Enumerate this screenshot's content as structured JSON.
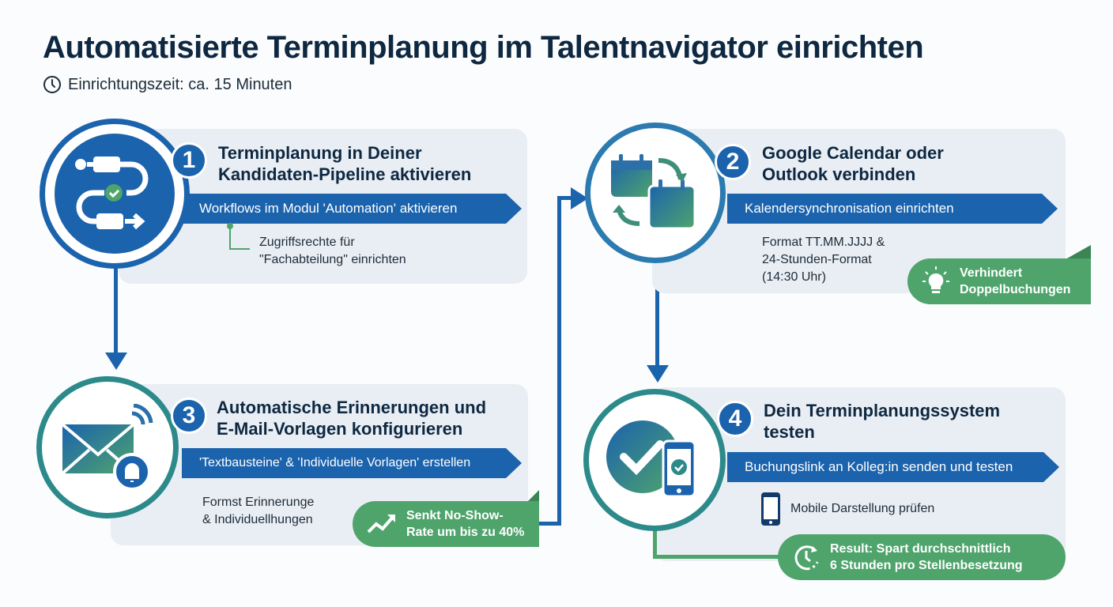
{
  "header": {
    "title": "Automatisierte Terminplanung im Talentnavigator einrichten",
    "setup_time": "Einrichtungszeit: ca. 15 Minuten",
    "setup_icon": "clock-icon"
  },
  "steps": [
    {
      "number": "1",
      "title_line1": "Terminplanung in Deiner",
      "title_line2": "Kandidaten-Pipeline aktivieren",
      "action": "Workflows im Modul 'Automation' aktivieren",
      "note_line1": "Zugriffsrechte für",
      "note_line2": "\"Fachabteilung\" einrichten",
      "icon": "workflow-icon"
    },
    {
      "number": "2",
      "title_line1": "Google Calendar oder",
      "title_line2": "Outlook verbinden",
      "action": "Kalendersynchronisation einrichten",
      "note_line1": "Format TT.MM.JJJJ &",
      "note_line2": "24-Stunden-Format",
      "note_line3": "(14:30 Uhr)",
      "badge_line1": "Verhindert",
      "badge_line2": "Doppelbuchungen",
      "badge_icon": "lightbulb-icon",
      "icon": "calendar-sync-icon"
    },
    {
      "number": "3",
      "title_line1": "Automatische Erinnerungen und",
      "title_line2": "E-Mail-Vorlagen konfigurieren",
      "action": "'Textbausteine' & 'Individuelle Vorlagen' erstellen",
      "note_line1": "Formst Erinnerunge",
      "note_line2": "& Individuellhungen",
      "badge_line1": "Senkt No-Show-",
      "badge_line2": "Rate um bis zu 40%",
      "badge_icon": "trend-up-icon",
      "icon": "email-bell-icon"
    },
    {
      "number": "4",
      "title_line1": "Dein Terminplanungssystem",
      "title_line2": "testen",
      "action": "Buchungslink an Kolleg:in senden und testen",
      "note_line1": "Mobile Darstellung prüfen",
      "badge_line1": "Result: Spart durchschnittlich",
      "badge_line2": "6 Stunden pro Stellenbesetzung",
      "badge_icon": "clock-refresh-icon",
      "icon": "check-phone-icon"
    }
  ],
  "colors": {
    "primary_blue": "#1b63ad",
    "accent_green": "#4fa46c",
    "card_bg": "#e9eef4",
    "title_navy": "#0e2841"
  }
}
